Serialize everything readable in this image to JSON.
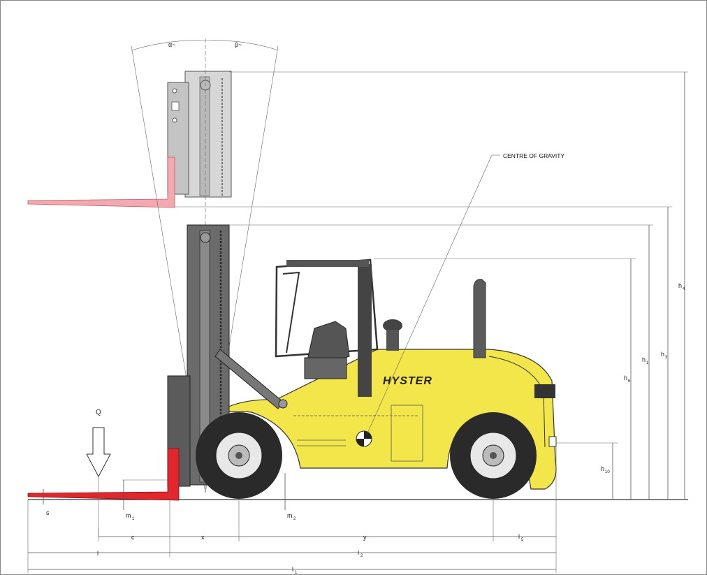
{
  "title": "",
  "angles": {
    "alpha": "α~",
    "beta": "β~"
  },
  "callouts": {
    "centre_of_gravity": "CENTRE OF GRAVITY"
  },
  "brand": "HYSTER",
  "load": "Q",
  "heights": [
    {
      "base": "h",
      "sub": "4"
    },
    {
      "base": "h",
      "sub": "3"
    },
    {
      "base": "h",
      "sub": "1"
    },
    {
      "base": "h",
      "sub": "6"
    },
    {
      "base": "h",
      "sub": "10"
    }
  ],
  "clearances": [
    {
      "base": "m",
      "sub": "1"
    },
    {
      "base": "m",
      "sub": "2"
    }
  ],
  "fork_thickness": "s",
  "lengths": {
    "c": "c",
    "x": "x",
    "y": "y",
    "l5": {
      "base": "l",
      "sub": "5"
    },
    "l": "l",
    "l2": {
      "base": "l",
      "sub": "2"
    },
    "l1": {
      "base": "l",
      "sub": "1"
    }
  },
  "colors": {
    "truck_yellow": "#f2e64a",
    "mast_grey": "#5b5b5b",
    "fork_red": "#e2262b",
    "fork_raised_pink": "#f2a9b0",
    "tyre_dark": "#2a2a2a"
  }
}
